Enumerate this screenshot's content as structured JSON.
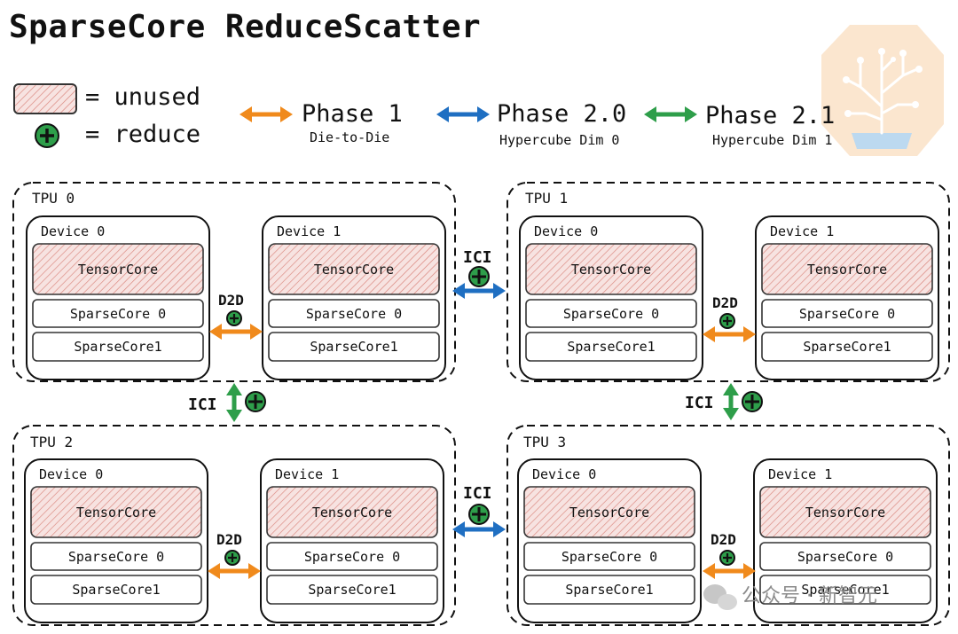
{
  "title": "SparseCore ReduceScatter",
  "legend": {
    "unused_label": "= unused",
    "reduce_label": "= reduce"
  },
  "phases": [
    {
      "title": "Phase 1",
      "subtitle": "Die-to-Die",
      "color": "#f08a1c"
    },
    {
      "title": "Phase 2.0",
      "subtitle": "Hypercube Dim 0",
      "color": "#1f6fc2"
    },
    {
      "title": "Phase 2.1",
      "subtitle": "Hypercube Dim 1",
      "color": "#2e9e4a"
    }
  ],
  "tpus": [
    {
      "label": "TPU 0",
      "devices": [
        {
          "label": "Device 0",
          "tensorcore": "TensorCore",
          "sc0": "SparseCore 0",
          "sc1": "SparseCore1"
        },
        {
          "label": "Device 1",
          "tensorcore": "TensorCore",
          "sc0": "SparseCore 0",
          "sc1": "SparseCore1"
        }
      ]
    },
    {
      "label": "TPU 1",
      "devices": [
        {
          "label": "Device 0",
          "tensorcore": "TensorCore",
          "sc0": "SparseCore 0",
          "sc1": "SparseCore1"
        },
        {
          "label": "Device 1",
          "tensorcore": "TensorCore",
          "sc0": "SparseCore 0",
          "sc1": "SparseCore1"
        }
      ]
    },
    {
      "label": "TPU 2",
      "devices": [
        {
          "label": "Device 0",
          "tensorcore": "TensorCore",
          "sc0": "SparseCore 0",
          "sc1": "SparseCore1"
        },
        {
          "label": "Device 1",
          "tensorcore": "TensorCore",
          "sc0": "SparseCore 0",
          "sc1": "SparseCore1"
        }
      ]
    },
    {
      "label": "TPU 3",
      "devices": [
        {
          "label": "Device 0",
          "tensorcore": "TensorCore",
          "sc0": "SparseCore 0",
          "sc1": "SparseCore1"
        },
        {
          "label": "Device 1",
          "tensorcore": "TensorCore",
          "sc0": "SparseCore 0",
          "sc1": "SparseCore1"
        }
      ]
    }
  ],
  "links": {
    "d2d": "D2D",
    "ici": "ICI"
  },
  "watermark": "公众号 · 新智元",
  "icons": {
    "reduce": "circle-plus-icon",
    "logo": "lightbulb-tree-icon",
    "watermark": "wechat-icon"
  }
}
